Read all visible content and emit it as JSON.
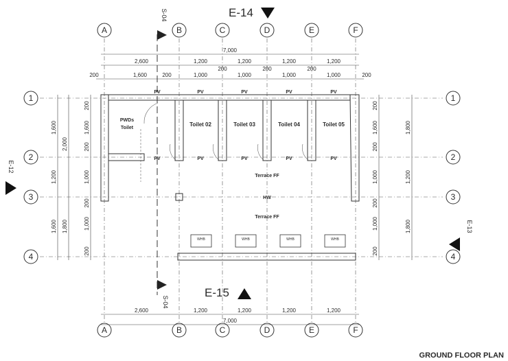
{
  "grid_columns": [
    "A",
    "B",
    "C",
    "D",
    "E",
    "F"
  ],
  "grid_rows": [
    "1",
    "2",
    "3",
    "4"
  ],
  "elevations": {
    "top": "E-14",
    "bottom": "E-15",
    "left": "E-12",
    "right": "E-13"
  },
  "section_marker": "S-04",
  "title": "GROUND FLOOR PLAN",
  "dims_top": {
    "overall": "7,000",
    "row1": [
      "2,600",
      "1,200",
      "1,200",
      "1,200",
      "1,200"
    ],
    "row2": [
      "200",
      "1,600",
      "200",
      "1,000",
      "200",
      "1,000",
      "200",
      "1,000",
      "200",
      "1,000",
      "200"
    ]
  },
  "dims_bottom": {
    "row1": [
      "2,600",
      "1,200",
      "1,200",
      "1,200",
      "1,200"
    ],
    "overall": "7,000"
  },
  "dims_left": {
    "outer": [
      "1,600",
      "1,200",
      "1,600"
    ],
    "mid": [
      "2,000",
      "1,800"
    ],
    "inner": [
      "200",
      "1,600",
      "200",
      "1,000",
      "200",
      "1,000",
      "200"
    ]
  },
  "dims_right": {
    "outer": [
      "1,800",
      "1,200",
      "1,800"
    ],
    "inner": [
      "200",
      "1,600",
      "200",
      "1,000",
      "200",
      "1,000",
      "200"
    ]
  },
  "rooms": {
    "pwd_line1": "PWDs",
    "pwd_line2": "Toilet",
    "toilets": [
      "Toilet 02",
      "Toilet 03",
      "Toilet 04",
      "Toilet 05"
    ],
    "terrace_upper": "Terrace FF",
    "terrace_lower": "Terrace FF",
    "hallway": "HW"
  },
  "pv_label": "PV",
  "sink_label": "WHB",
  "sink_count": 4
}
